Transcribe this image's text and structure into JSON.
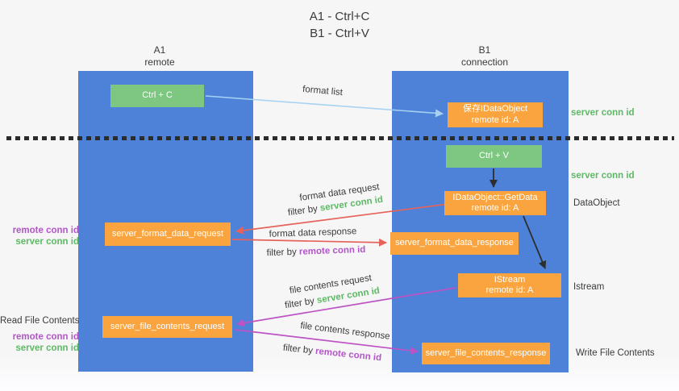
{
  "title": {
    "line1": "A1 - Ctrl+C",
    "line2": "B1 - Ctrl+V"
  },
  "columns": {
    "a1": {
      "name": "A1",
      "role": "remote"
    },
    "b1": {
      "name": "B1",
      "role": "connection"
    }
  },
  "nodes": {
    "ctrl_c": {
      "label": "Ctrl + C"
    },
    "ctrl_v": {
      "label": "Ctrl + V"
    },
    "save_idataobject": {
      "line1": "保存IDataObject",
      "line2": "remote id: A"
    },
    "getdata": {
      "line1": "IDataObject::GetData",
      "line2": "remote id: A"
    },
    "istream": {
      "line1": "IStream",
      "line2": "remote id: A"
    },
    "format_request": {
      "label": "server_format_data_request"
    },
    "format_response": {
      "label": "server_format_data_response"
    },
    "file_request": {
      "label": "server_file_contents_request"
    },
    "file_response": {
      "label": "server_file_contents_response"
    }
  },
  "edge_labels": {
    "format_list": "format list",
    "format_data_request": "format data request",
    "format_data_response": "format data response",
    "file_contents_request": "file contents request",
    "file_contents_response": "file contents response",
    "filter_by": "filter by ",
    "server_conn_id": "server conn id",
    "remote_conn_id": "remote conn id"
  },
  "side_labels": {
    "right_server_conn_id_1": "server conn id",
    "right_server_conn_id_2": "server conn id",
    "right_dataobject": "DataObject",
    "right_istream": "Istream",
    "right_write_file_contents": "Write File Contents",
    "left_remote_conn_id_1": "remote conn id",
    "left_server_conn_id_1": "server conn id",
    "left_read_file_contents": "Read File Contents",
    "left_remote_conn_id_2": "remote conn id",
    "left_server_conn_id_2": "server conn id"
  },
  "colors": {
    "background": "#f6f6f7",
    "column_blue": "#4d82d8",
    "node_green": "#7dc781",
    "node_orange": "#f9a43e",
    "text_dark": "#3b3b3b",
    "label_green": "#5eb964",
    "label_purple": "#b355c8",
    "arrow_lightblue": "#a6d2f2",
    "arrow_red": "#e6635c",
    "arrow_magenta": "#bd53c4",
    "arrow_black": "#2e2e2e",
    "dotted_line": "#2b2b2b"
  }
}
